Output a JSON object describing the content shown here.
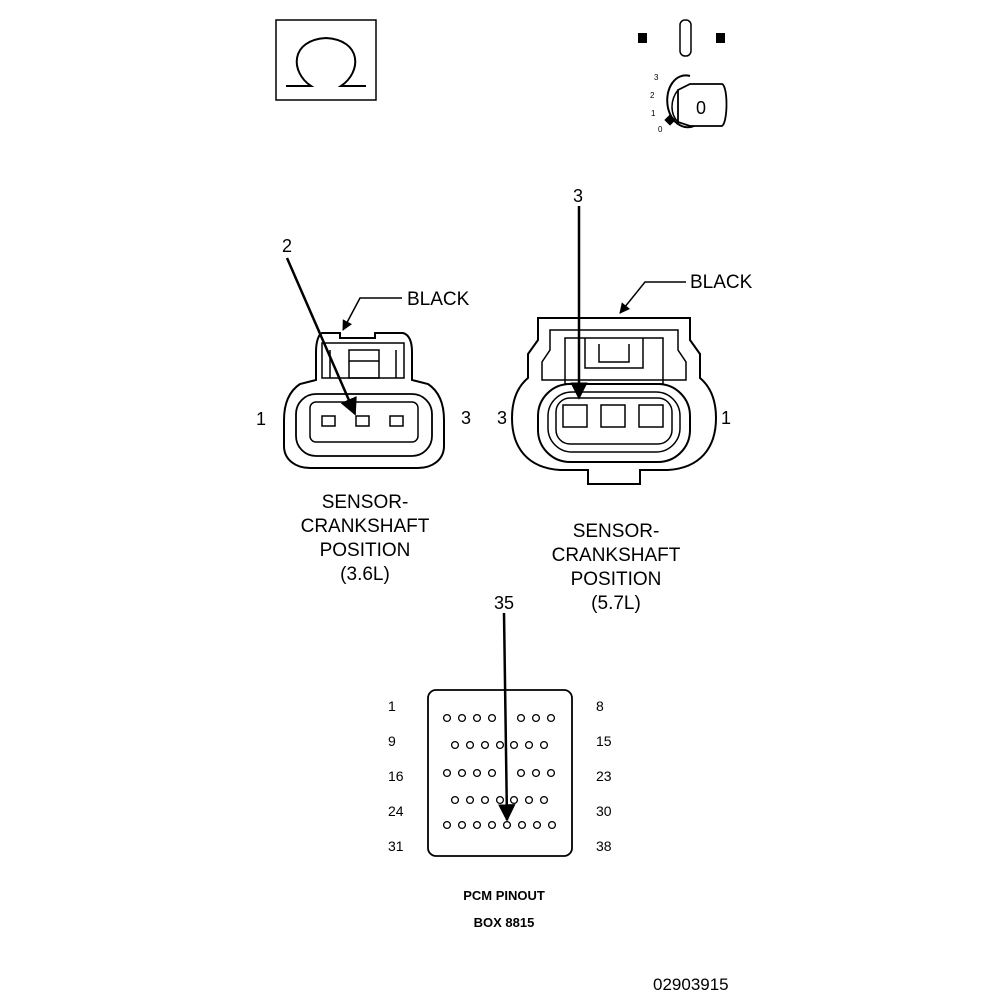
{
  "ohm_meter": {
    "icon": "omega-icon"
  },
  "ignition": {
    "icon": "ignition-key-icon",
    "positions": [
      "3",
      "2",
      "1",
      "0"
    ],
    "key_label": "0"
  },
  "connector_36": {
    "color_label": "BLACK",
    "pointer_pin": "2",
    "pin_left": "1",
    "pin_right": "3",
    "title_lines": [
      "SENSOR-",
      "CRANKSHAFT",
      "POSITION",
      "(3.6L)"
    ]
  },
  "connector_57": {
    "color_label": "BLACK",
    "pointer_pin": "3",
    "pin_left": "3",
    "pin_right": "1",
    "title_lines": [
      "SENSOR-",
      "CRANKSHAFT",
      "POSITION",
      "(5.7L)"
    ]
  },
  "pcm": {
    "pointer_pin": "35",
    "row_labels_left": [
      "1",
      "9",
      "16",
      "24",
      "31"
    ],
    "row_labels_right": [
      "8",
      "15",
      "23",
      "30",
      "38"
    ],
    "title": "PCM PINOUT",
    "subtitle": "BOX 8815"
  },
  "figure_id": "02903915"
}
